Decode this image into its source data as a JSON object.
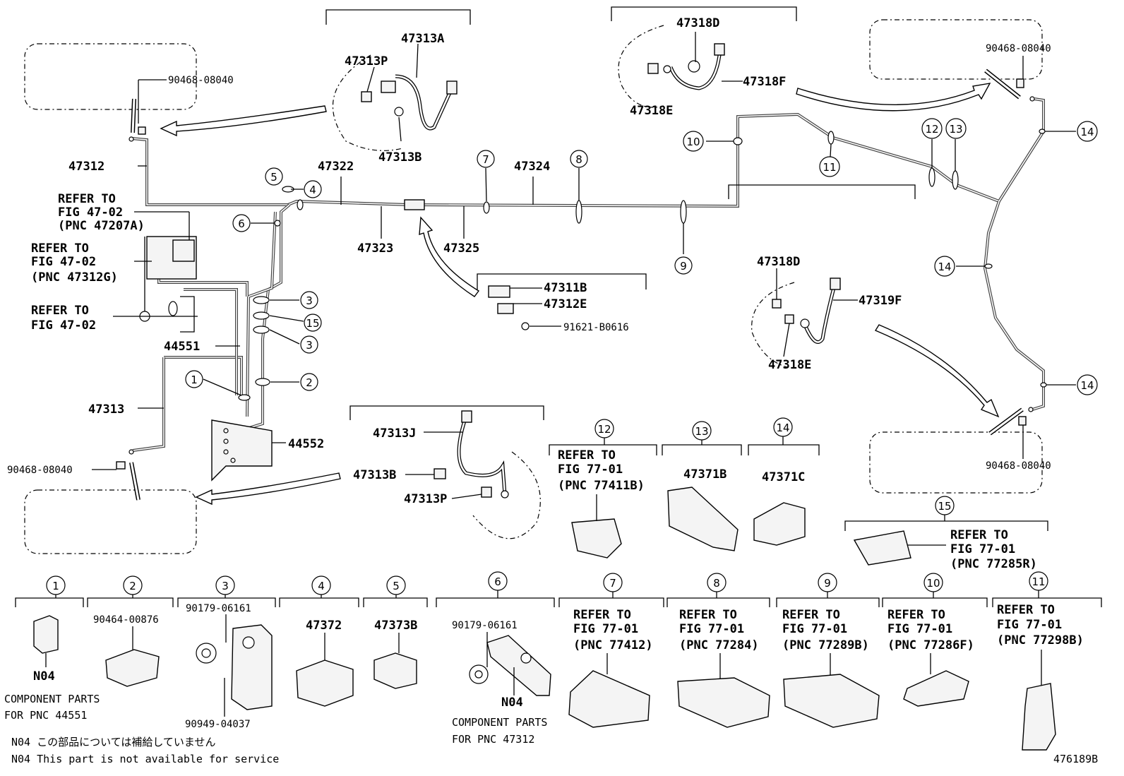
{
  "labels": {
    "p47312": "47312",
    "p47313": "47313",
    "p47313A": "47313A",
    "p47313P_top": "47313P",
    "p47313B_top": "47313B",
    "p47322": "47322",
    "p47323": "47323",
    "p47324": "47324",
    "p47325": "47325",
    "p47318D_top": "47318D",
    "p47318F": "47318F",
    "p47318E_top": "47318E",
    "p47318D_mid": "47318D",
    "p47319F": "47319F",
    "p47318E_mid": "47318E",
    "p47311B": "47311B",
    "p47312E": "47312E",
    "p91621": "91621-B0616",
    "p44551": "44551",
    "p44552": "44552",
    "p47313J": "47313J",
    "p47313B_bot": "47313B",
    "p47313P_bot": "47313P",
    "p90468_tl": "90468-08040",
    "p90468_tr": "90468-08040",
    "p90468_bl": "90468-08040",
    "p90468_br": "90468-08040",
    "p47371B": "47371B",
    "p47371C": "47371C",
    "p47372": "47372",
    "p47373B": "47373B",
    "p90464": "90464-00876",
    "p90179_a": "90179-06161",
    "p90949": "90949-04037",
    "p90179_b": "90179-06161",
    "n04_a": "N04",
    "n04_b": "N04"
  },
  "refer": {
    "r1": [
      "REFER TO",
      "FIG 47-02",
      "(PNC 47207A)"
    ],
    "r2": [
      "REFER TO",
      "FIG 47-02",
      "(PNC 47312G)"
    ],
    "r3": [
      "REFER TO",
      "FIG 47-02"
    ],
    "r12": [
      "REFER TO",
      "FIG 77-01",
      "(PNC 77411B)"
    ],
    "r15": [
      "REFER TO",
      "FIG 77-01",
      "(PNC 77285R)"
    ],
    "r7": [
      "REFER TO",
      "FIG 77-01",
      "(PNC 77412)"
    ],
    "r8": [
      "REFER TO",
      "FIG 77-01",
      "(PNC 77284)"
    ],
    "r9": [
      "REFER TO",
      "FIG 77-01",
      "(PNC 77289B)"
    ],
    "r10": [
      "REFER TO",
      "FIG 77-01",
      "(PNC 77286F)"
    ],
    "r11": [
      "REFER TO",
      "FIG 77-01",
      "(PNC 77298B)"
    ]
  },
  "callouts": {
    "c1": "1",
    "c2": "2",
    "c3": "3",
    "c4": "4",
    "c5": "5",
    "c6": "6",
    "c7": "7",
    "c8": "8",
    "c9": "9",
    "c10": "10",
    "c11": "11",
    "c12": "12",
    "c13": "13",
    "c14": "14",
    "c15": "15"
  },
  "notes": {
    "comp1": [
      "COMPONENT PARTS",
      "FOR PNC 44551"
    ],
    "comp2": [
      "COMPONENT PARTS",
      "FOR PNC 47312"
    ],
    "n04_jp": "N04 この部品については補給していません",
    "n04_en": "N04 This part is not available for service",
    "figure_id": "476189B"
  }
}
